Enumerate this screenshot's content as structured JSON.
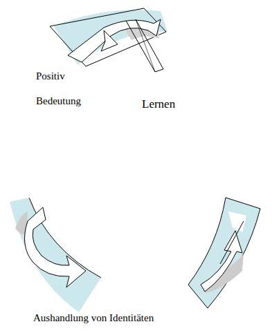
{
  "diagram": {
    "labels": [
      "Positiv",
      "Bedeutung",
      "Lernen",
      "Aushandlung von Identitäten"
    ]
  }
}
